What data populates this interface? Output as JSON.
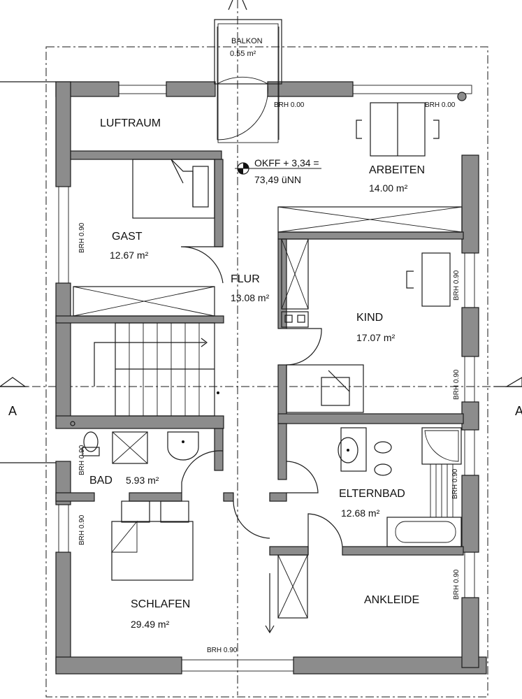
{
  "rooms": {
    "balkon": {
      "name": "BALKON",
      "area": "0.55 m²"
    },
    "luftraum": {
      "name": "LUFTRAUM"
    },
    "arbeiten": {
      "name": "ARBEITEN",
      "area": "14.00 m²"
    },
    "gast": {
      "name": "GAST",
      "area": "12.67 m²"
    },
    "flur": {
      "name": "FLUR",
      "area": "13.08 m²"
    },
    "kind": {
      "name": "KIND",
      "area": "17.07 m²"
    },
    "bad": {
      "name": "BAD",
      "area": "5.93 m²"
    },
    "elternbad": {
      "name": "ELTERNBAD",
      "area": "12.68 m²"
    },
    "schlafen": {
      "name": "SCHLAFEN",
      "area": "29.49 m²"
    },
    "ankleide": {
      "name": "ANKLEIDE"
    }
  },
  "level": {
    "line1": "OKFF + 3,34 =",
    "line2": "73,49 üNN"
  },
  "brh": {
    "brh000": "BRH 0.00",
    "brh090": "BRH 0.90"
  },
  "section": {
    "label": "A"
  }
}
